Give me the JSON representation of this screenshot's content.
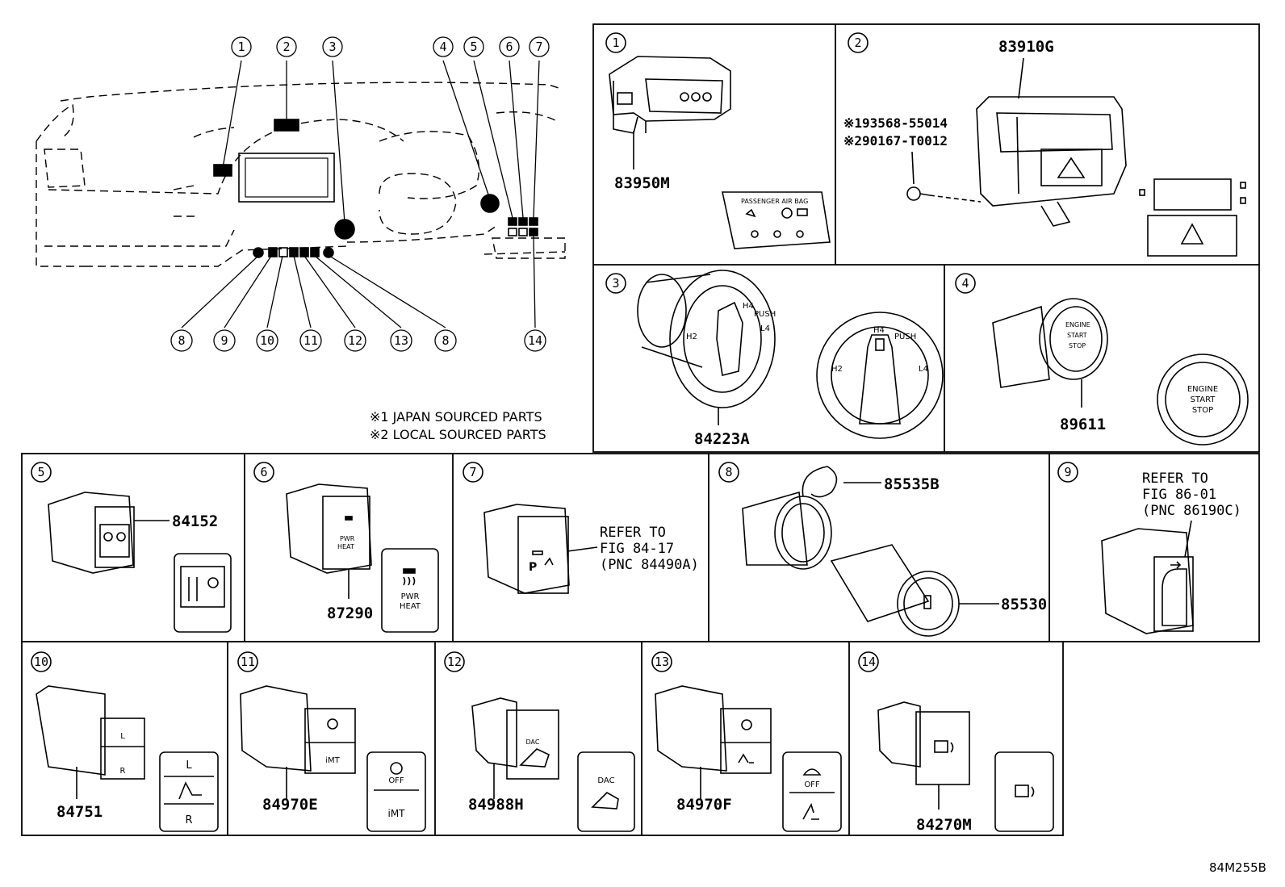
{
  "overview_callouts": [
    "1",
    "2",
    "3",
    "4",
    "5",
    "6",
    "7",
    "8",
    "9",
    "10",
    "11",
    "12",
    "13",
    "8",
    "14"
  ],
  "notes": {
    "japan": "※1 JAPAN SOURCED PARTS",
    "local": "※2 LOCAL SOURCED PARTS"
  },
  "panels": [
    {
      "num": "1",
      "part": "83950M",
      "label_text": "PASSENGER AIR BAG"
    },
    {
      "num": "2",
      "part": "83910G",
      "screw1": "※193568-55014",
      "screw2": "※290167-T0012"
    },
    {
      "num": "3",
      "part": "84223A",
      "knob_labels": [
        "H2",
        "H4",
        "PUSH",
        "L4"
      ]
    },
    {
      "num": "4",
      "part": "89611",
      "button_lines": [
        "ENGINE",
        "START",
        "STOP"
      ]
    },
    {
      "num": "5",
      "part": "84152"
    },
    {
      "num": "6",
      "part": "87290",
      "switch_lines": [
        "PWR",
        "HEAT"
      ]
    },
    {
      "num": "7",
      "ref_lines": [
        "REFER TO",
        "FIG 84-17",
        "(PNC 84490A)"
      ]
    },
    {
      "num": "8",
      "part_a": "85535B",
      "part_b": "85530"
    },
    {
      "num": "9",
      "ref_lines": [
        "REFER TO",
        "FIG 86-01",
        "(PNC 86190C)"
      ]
    },
    {
      "num": "10",
      "part": "84751",
      "switch_lines": [
        "L",
        "R"
      ]
    },
    {
      "num": "11",
      "part": "84970E",
      "switch_lines": [
        "OFF",
        "iMT"
      ]
    },
    {
      "num": "12",
      "part": "84988H",
      "switch_lines": [
        "DAC"
      ]
    },
    {
      "num": "13",
      "part": "84970F",
      "switch_lines": [
        "OFF"
      ]
    },
    {
      "num": "14",
      "part": "84270M"
    }
  ],
  "figure_id": "84M255B"
}
